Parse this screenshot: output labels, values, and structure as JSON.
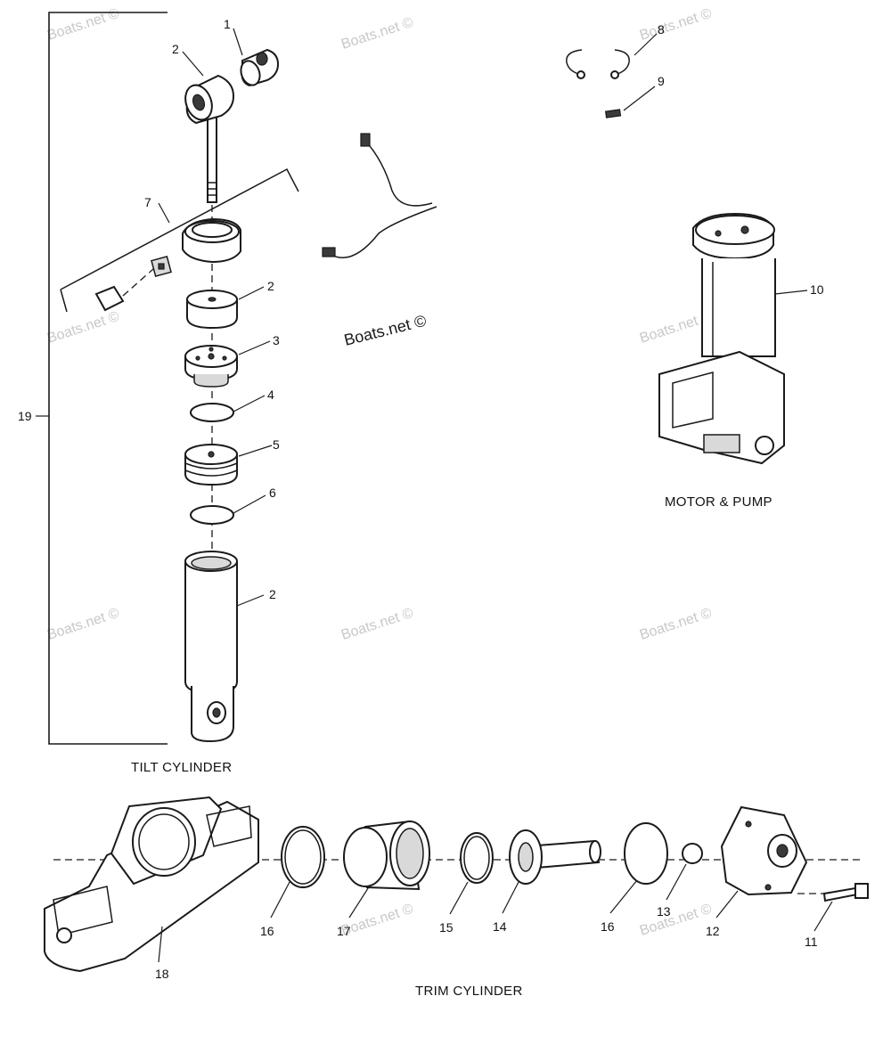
{
  "watermarks": {
    "text": "Boats.net ©",
    "main_text": "Boats.net ©"
  },
  "groups": {
    "tilt_cylinder": "TILT CYLINDER",
    "motor_pump": "MOTOR & PUMP",
    "trim_cylinder": "TRIM CYLINDER"
  },
  "callouts": {
    "c1": "1",
    "c2_top": "2",
    "c7": "7",
    "c2_piston": "2",
    "c3": "3",
    "c4": "4",
    "c5": "5",
    "c6": "6",
    "c2_cyl": "2",
    "c19": "19",
    "c8": "8",
    "c9": "9",
    "c10": "10",
    "c16a": "16",
    "c17": "17",
    "c15": "15",
    "c14": "14",
    "c16b": "16",
    "c13": "13",
    "c12": "12",
    "c11": "11",
    "c18": "18"
  }
}
